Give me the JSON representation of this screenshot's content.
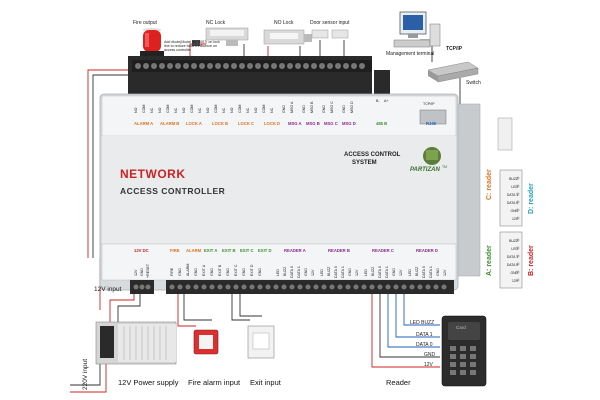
{
  "devices": {
    "fire_output": "Fire output",
    "nc_lock": "NC Lock",
    "no_lock": "NO Lock",
    "door_sensor": "Door sensor input",
    "management_terminal": "Management terminal",
    "tcpip": "TCP/IP",
    "switch": "Switch",
    "diode_note": "Add diode(Model no. 4007) on lock line to reduce back's influence on access controller"
  },
  "controller": {
    "title": "NETWORK",
    "subtitle": "ACCESS CONTROLLER",
    "system_line1": "ACCESS CONTROL",
    "system_line2": "SYSTEM",
    "brand": "PARTIZAN",
    "brand_tm": "TM",
    "top_groups": [
      "ALARM A",
      "ALARM B",
      "LOCK A",
      "LOCK B",
      "LOCK C",
      "LOCK D",
      "MSG A",
      "MSG B",
      "MSG C",
      "MSG D"
    ],
    "top_pins": [
      "NO",
      "COM",
      "NC",
      "NO",
      "COM",
      "NC",
      "NO",
      "COM",
      "NC",
      "NO",
      "COM",
      "NC",
      "NO",
      "COM",
      "NC",
      "NO",
      "COM",
      "NC",
      "GND",
      "MSG A",
      "GND",
      "MSG B",
      "GND",
      "MSG C",
      "GND",
      "MSG D"
    ],
    "rs485": "485 B",
    "rj45_label": "TCP/IP",
    "rj45": "RJ45",
    "rs_pins": [
      "B-",
      "A+"
    ],
    "bottom_groups": [
      "12V DC",
      "FIRE",
      "ALARM",
      "EXIT A",
      "EXIT B",
      "EXIT C",
      "EXIT D",
      "READER A",
      "READER B",
      "READER C",
      "READER D"
    ],
    "power_pins": [
      "12V",
      "GND",
      "+RESET"
    ],
    "bottom_pins": [
      "FIRE",
      "GND",
      "ALARM",
      "GND",
      "EXIT A",
      "GND",
      "EXIT B",
      "GND",
      "EXIT C",
      "GND",
      "EXIT D",
      "GND",
      "LED",
      "BUZZ",
      "DATA 0",
      "DATA 1",
      "GND",
      "12V",
      "LED",
      "BUZZ",
      "DATA 0",
      "DATA 1",
      "GND",
      "12V",
      "LED",
      "BUZZ",
      "DATA 0",
      "DATA 1",
      "GND",
      "12V",
      "LED",
      "BUZZ",
      "DATA 0",
      "DATA 1",
      "GND",
      "12V"
    ]
  },
  "side_readers": {
    "c_reader": "C: reader",
    "d_reader": "D: reader",
    "a_reader": "A: reader",
    "b_reader": "B: reader",
    "upper_pins": [
      "BUZZ",
      "LED",
      "DATA 1",
      "DATA 0",
      "GND",
      "12V"
    ],
    "lower_pins": [
      "BUZZ",
      "LED",
      "DATA 1",
      "DATA 0",
      "GND",
      "12V"
    ]
  },
  "reader_wiring": [
    "LED BUZZ",
    "DATA 1",
    "DATA 0",
    "GND",
    "12V"
  ],
  "reader_card": "Card",
  "bottom": {
    "input_12v": "12V input",
    "input_220v": "220V input",
    "power_supply": "12V Power supply",
    "fire_alarm": "Fire alarm input",
    "exit_input": "Exit input",
    "reader": "Reader"
  },
  "colors": {
    "red_wire": "#cc2222",
    "blue_wire": "#1f5fbf",
    "orange_label": "#e07020",
    "green_label": "#3b8f2e",
    "purple_label": "#8a2a8a"
  }
}
